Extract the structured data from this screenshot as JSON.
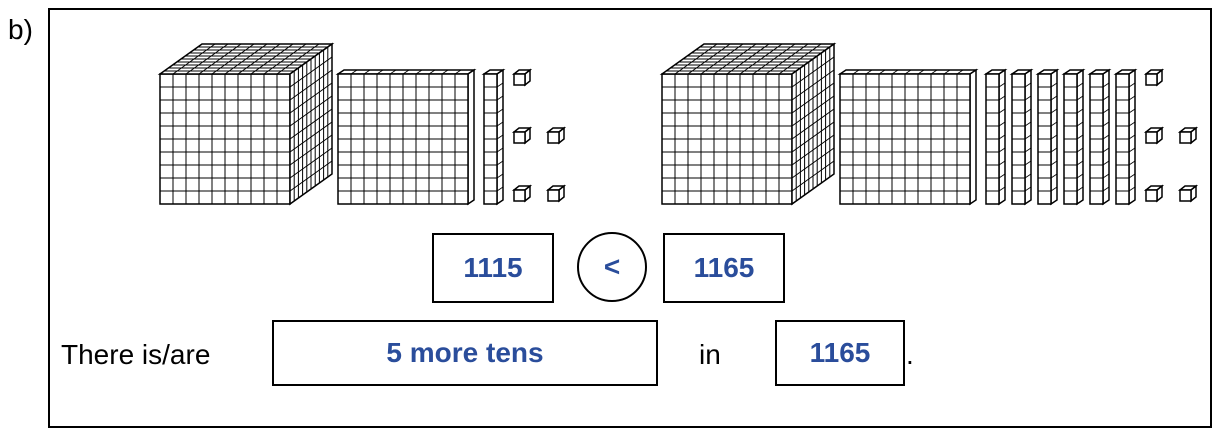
{
  "part_label": "b)",
  "blocks": {
    "left": {
      "thousands": 1,
      "hundreds": 1,
      "tens": 1,
      "ones": 5
    },
    "right": {
      "thousands": 1,
      "hundreds": 1,
      "tens": 6,
      "ones": 5
    }
  },
  "comparison": {
    "left_number": "1115",
    "symbol": "<",
    "right_number": "1165"
  },
  "sentence": {
    "prefix": "There is/are",
    "answer": "5 more tens",
    "middle": "in",
    "number": "1165",
    "suffix": "."
  },
  "colors": {
    "answer_text": "#2a4d9b",
    "line": "#000000"
  }
}
